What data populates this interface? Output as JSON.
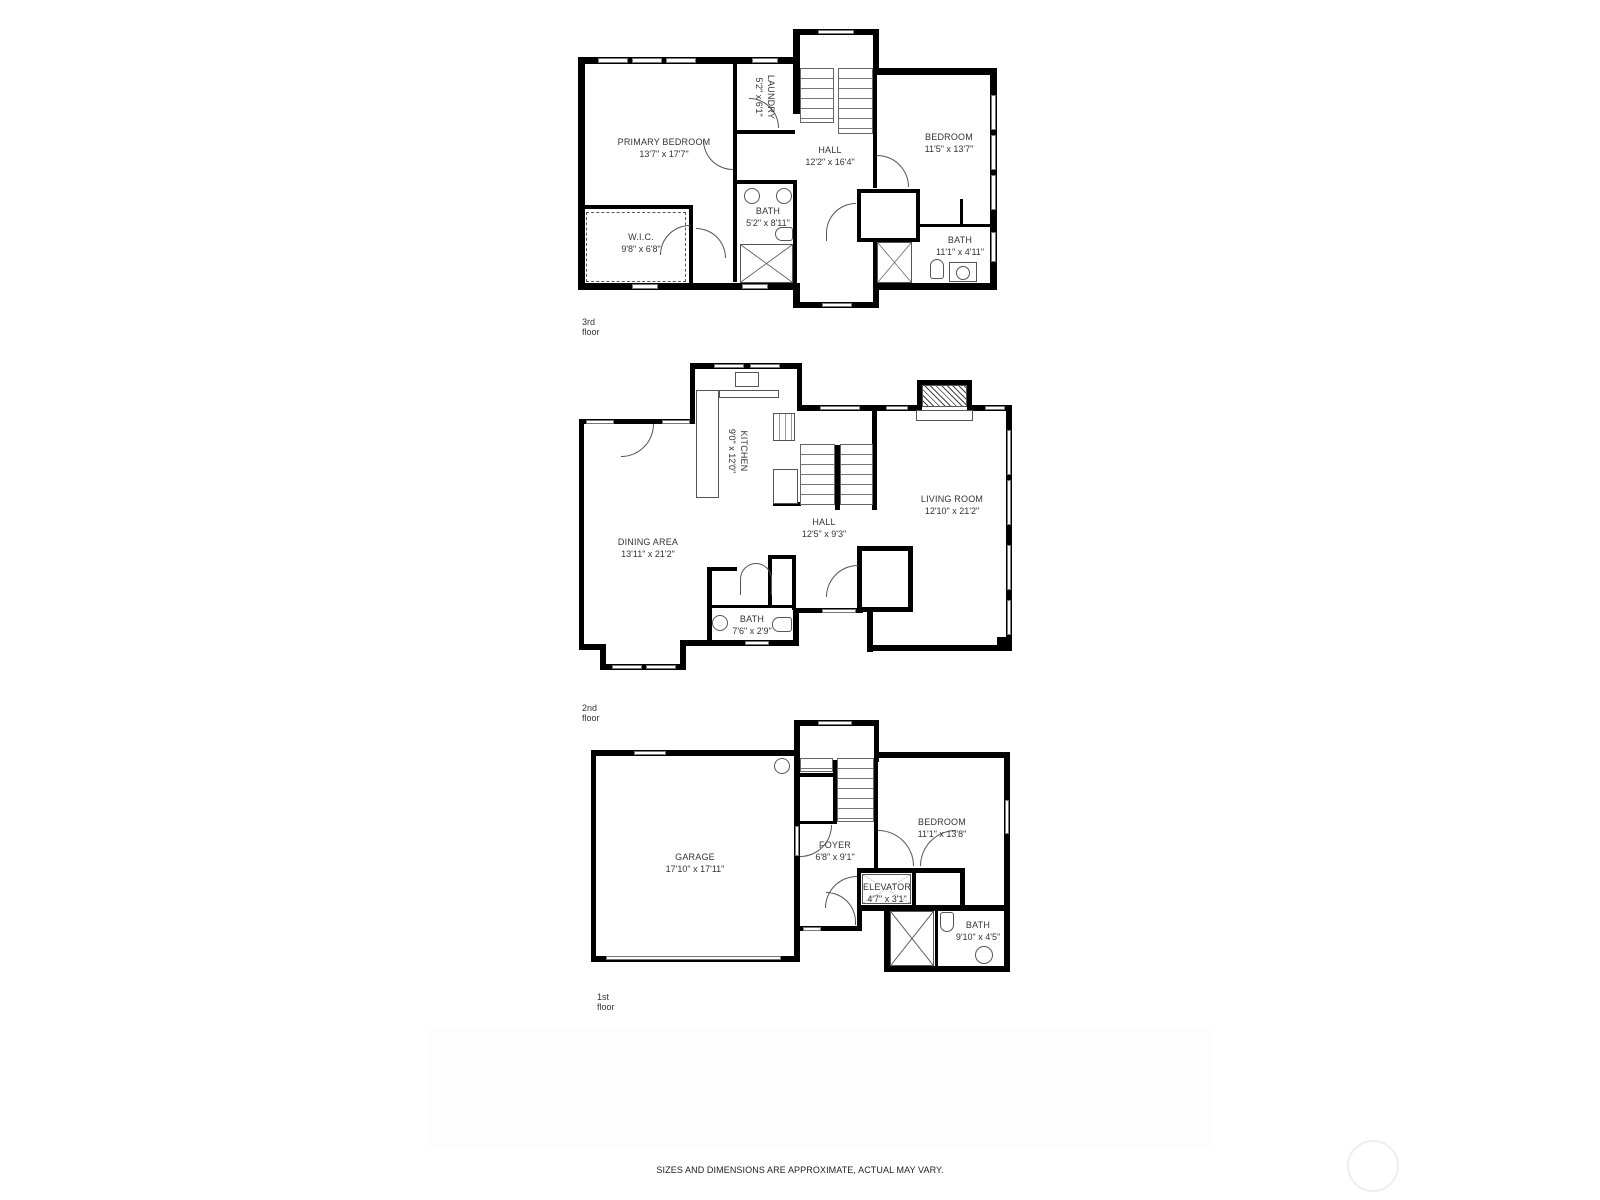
{
  "floors": [
    {
      "id": "3rd",
      "label": "3rd floor",
      "rooms": [
        {
          "name": "PRIMARY BEDROOM",
          "dims": "13'7\" x 17'7\""
        },
        {
          "name": "LAUNDRY",
          "dims": "5'2\" x 6'1\""
        },
        {
          "name": "HALL",
          "dims": "12'2\" x 16'4\""
        },
        {
          "name": "BEDROOM",
          "dims": "11'5\" x 13'7\""
        },
        {
          "name": "BATH",
          "dims": "5'2\" x 8'11\""
        },
        {
          "name": "W.I.C.",
          "dims": "9'8\" x 6'8\""
        },
        {
          "name": "BATH",
          "dims": "11'1\" x 4'11\""
        }
      ]
    },
    {
      "id": "2nd",
      "label": "2nd floor",
      "rooms": [
        {
          "name": "KITCHEN",
          "dims": "9'0\" x 12'0\""
        },
        {
          "name": "LIVING ROOM",
          "dims": "12'10\" x 21'2\""
        },
        {
          "name": "HALL",
          "dims": "12'5\" x 9'3\""
        },
        {
          "name": "DINING AREA",
          "dims": "13'11\" x 21'2\""
        },
        {
          "name": "BATH",
          "dims": "7'6\" x 2'9\""
        }
      ]
    },
    {
      "id": "1st",
      "label": "1st floor",
      "rooms": [
        {
          "name": "GARAGE",
          "dims": "17'10\" x 17'11\""
        },
        {
          "name": "BEDROOM",
          "dims": "11'1\" x 13'8\""
        },
        {
          "name": "FOYER",
          "dims": "6'8\" x 9'1\""
        },
        {
          "name": "ELEVATOR",
          "dims": "4'7\" x 3'1\""
        },
        {
          "name": "BATH",
          "dims": "9'10\" x 4'5\""
        }
      ]
    }
  ],
  "disclaimer": "SIZES AND DIMENSIONS ARE APPROXIMATE, ACTUAL MAY VARY.",
  "colors": {
    "wall": "#000000",
    "background": "#ffffff",
    "text": "#333333"
  }
}
